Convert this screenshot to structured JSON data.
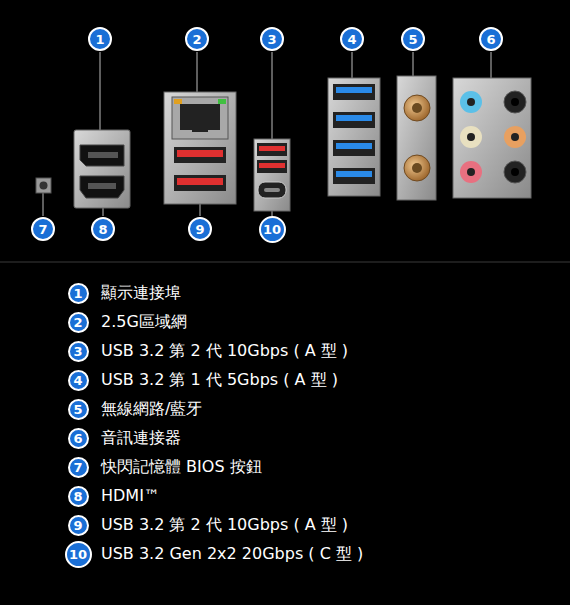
{
  "diagram": {
    "nodes": [
      {
        "text": [
          "1"
        ]
      },
      {
        "text": [
          "2"
        ]
      },
      {
        "text": [
          "3"
        ]
      },
      {
        "text": [
          "4"
        ]
      },
      {
        "text": [
          "5"
        ]
      },
      {
        "text": [
          "6"
        ]
      },
      {
        "text": [
          "7"
        ]
      },
      {
        "text": [
          "8"
        ]
      },
      {
        "text": [
          "9"
        ]
      },
      {
        "text": [
          "10"
        ]
      },
      {
        "text": [
          "1"
        ]
      },
      {
        "text": [
          "2"
        ]
      },
      {
        "text": [
          "3"
        ]
      },
      {
        "text": [
          "4"
        ]
      },
      {
        "text": [
          "5"
        ]
      },
      {
        "text": [
          "6"
        ]
      },
      {
        "text": [
          "7"
        ]
      },
      {
        "text": [
          "8"
        ]
      },
      {
        "text": [
          "9"
        ]
      },
      {
        "text": [
          "10"
        ]
      }
    ],
    "labels": [
      "顯示連接埠",
      "2.5G區域網",
      "USB 3.2 第 2 代 10Gbps ( A 型 )",
      "USB 3.2 第 1 代 5Gbps ( A 型 )",
      "無線網路/藍牙",
      "音訊連接器",
      "快閃記憶體 BIOS 按鈕",
      "HDMI™",
      "USB 3.2 第 2 代 10Gbps ( A 型 )",
      "USB 3.2 Gen 2x2 20Gbps ( C 型 )"
    ]
  }
}
